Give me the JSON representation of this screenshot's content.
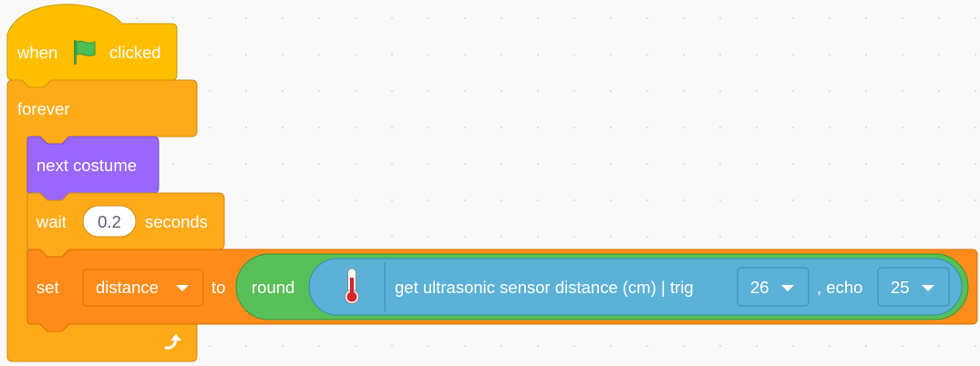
{
  "script": {
    "hat": {
      "label_when": "when",
      "flag_icon": "green-flag-icon",
      "label_clicked": "clicked"
    },
    "loop": {
      "label": "forever",
      "loop_icon": "loop-arrow-icon"
    },
    "next_costume": {
      "label": "next costume"
    },
    "wait": {
      "label_wait": "wait",
      "seconds_value": "0.2",
      "label_seconds": "seconds"
    },
    "set_var": {
      "label_set": "set",
      "variable": "distance",
      "label_to": "to",
      "round_label": "round",
      "sensor_icon": "thermometer-icon",
      "sensor_label": "get ultrasonic sensor distance (cm) | trig",
      "trig_value": "26",
      "echo_label": ", echo",
      "echo_value": "25"
    }
  },
  "colors": {
    "events": "#ffbf00",
    "control": "#ffab19",
    "looks": "#9966ff",
    "variables": "#ff8c1a",
    "operators": "#59c059",
    "extension": "#5cb1d6"
  }
}
